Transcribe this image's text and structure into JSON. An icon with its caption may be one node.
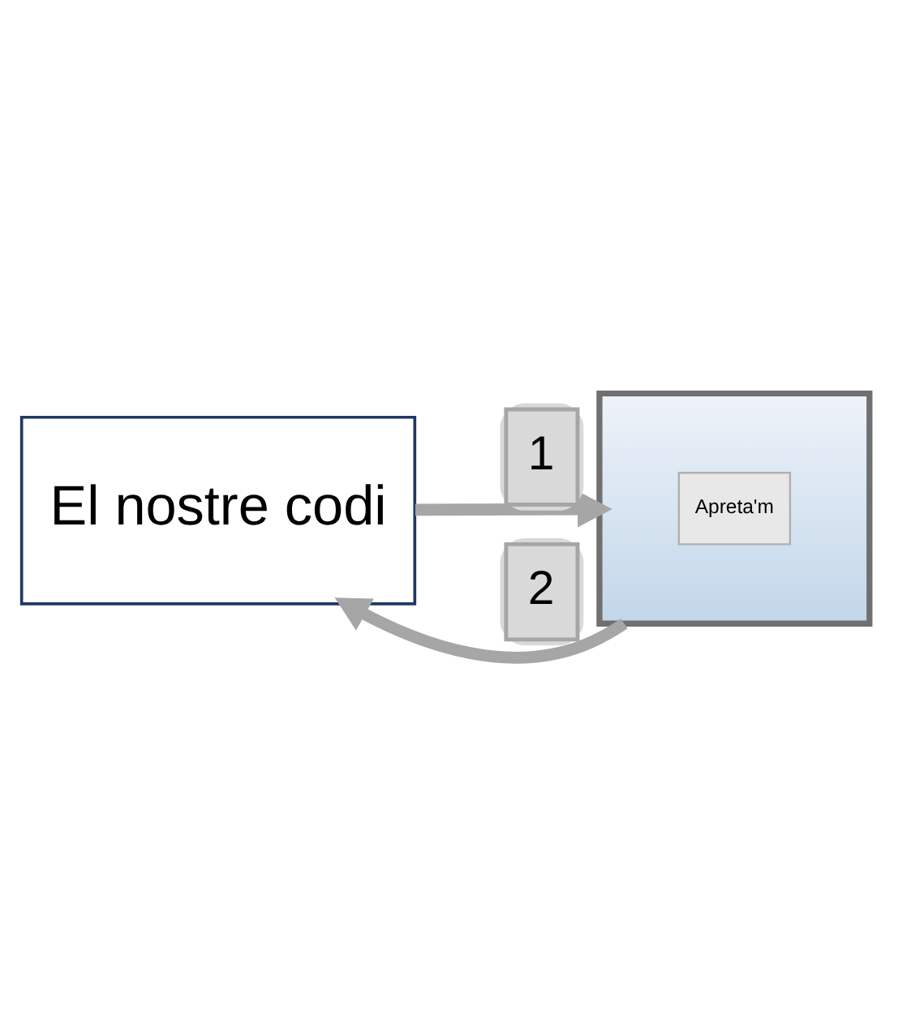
{
  "diagram": {
    "nodes": [
      {
        "text": [
          "El nostre codi"
        ]
      },
      {
        "text": [],
        "shape": "picture"
      },
      {
        "text": [
          "Apreta'm"
        ],
        "in": 1
      }
    ],
    "edges": [
      {
        "from": 0,
        "to": 1,
        "arrow": "to",
        "label": "1"
      },
      {
        "from": 1,
        "to": 0,
        "arrow": "to",
        "label": "2"
      }
    ]
  }
}
